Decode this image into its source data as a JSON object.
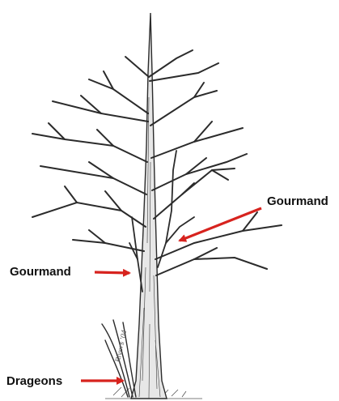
{
  "labels": {
    "gourmand_right": "Gourmand",
    "gourmand_left": "Gourmand",
    "drageons": "Drageons"
  },
  "signature": "Rivers '04",
  "colors": {
    "arrow": "#d7231e",
    "ink": "#2b2b2b",
    "text": "#111111"
  }
}
